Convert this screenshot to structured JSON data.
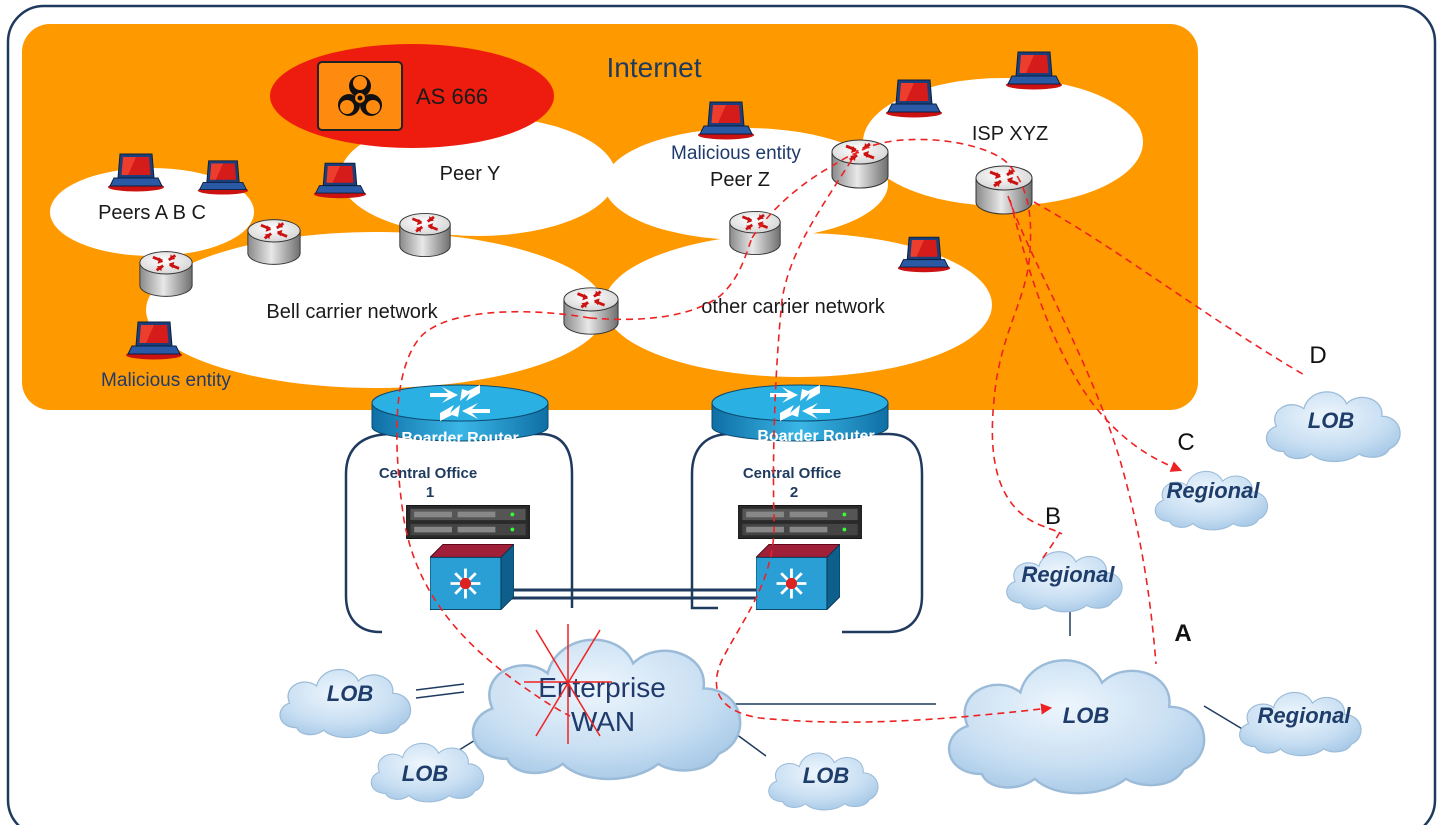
{
  "internet": {
    "title": "Internet"
  },
  "as_node": {
    "label": "AS 666"
  },
  "peers": {
    "abc": "Peers A B C",
    "y": "Peer Y",
    "z": "Peer Z",
    "isp": "ISP XYZ"
  },
  "carriers": {
    "bell": "Bell carrier network",
    "other": "other carrier network"
  },
  "malicious": {
    "top": "Malicious entity",
    "bottom": "Malicious entity"
  },
  "central_offices": [
    {
      "router_label": "Boarder Router",
      "office_label": "Central Office",
      "office_number": "1"
    },
    {
      "router_label": "Boarder Router",
      "office_label": "Central Office",
      "office_number": "2"
    }
  ],
  "enterprise_wan": {
    "line1": "Enterprise",
    "line2": "WAN"
  },
  "clouds": {
    "lob_left": "LOB",
    "lob_bottom_left": "LOB",
    "lob_bottom_mid": "LOB",
    "lob_a": "LOB",
    "lob_d": "LOB",
    "regional_b": "Regional",
    "regional_c": "Regional",
    "regional_right": "Regional"
  },
  "path_markers": {
    "a": "A",
    "b": "B",
    "c": "C",
    "d": "D"
  },
  "colors": {
    "internet_fill": "#FF9900",
    "as_fill": "#EE1C0E",
    "frame": "#1F3A5F",
    "path": "#EE2222",
    "router_cyan": "#1FA3D8",
    "cloud": "#C5DDF1",
    "cloud_text": "#1F3D6B"
  },
  "icons": {
    "biohazard": "biohazard-icon",
    "laptop": "laptop-icon",
    "router": "router-icon",
    "border_router": "border-router-icon",
    "server": "server-icon",
    "switch": "switch-icon"
  }
}
